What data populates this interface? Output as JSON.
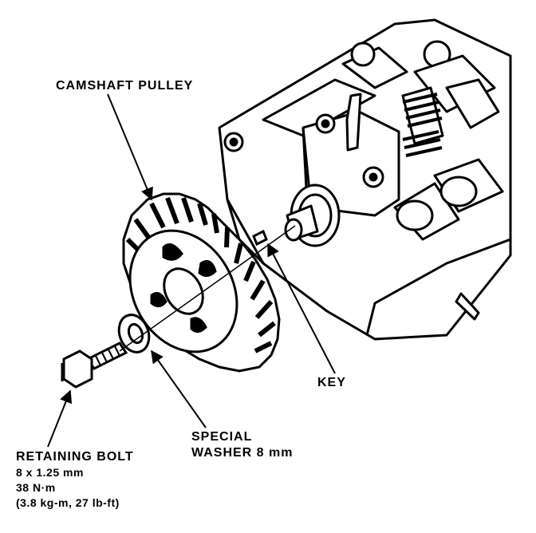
{
  "labels": {
    "camshaft_pulley": "CAMSHAFT PULLEY",
    "key": "KEY",
    "special_washer_line1": "SPECIAL",
    "special_washer_line2": "WASHER 8 mm",
    "retaining_bolt": "RETAINING BOLT",
    "bolt_size": "8 x 1.25 mm",
    "bolt_torque": "38 N·m",
    "bolt_torque_alt": "(3.8 kg-m, 27 lb-ft)"
  },
  "colors": {
    "ink": "#000000",
    "paper": "#ffffff"
  }
}
